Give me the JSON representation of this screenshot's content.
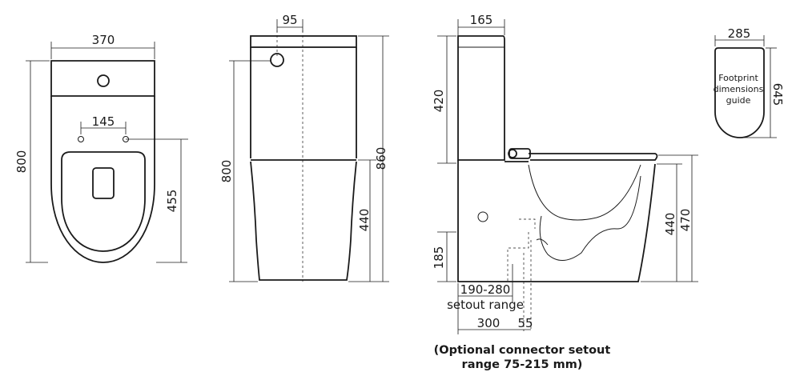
{
  "top_view": {
    "width_label": "370",
    "height_label": "800",
    "bolt_spacing_label": "145",
    "outlet_height_label": "455"
  },
  "front_view": {
    "inlet_offset_label": "95",
    "height_label": "800",
    "total_height_label": "860",
    "seat_height_label": "440"
  },
  "side_view": {
    "cistern_depth_label": "165",
    "cistern_height_label": "420",
    "outlet_height_label": "185",
    "pan_height_label": "440",
    "seat_top_label": "470",
    "setout_label": "190-280",
    "setout_text": "setout range",
    "base_depth_label": "300",
    "outlet_gap_label": "55",
    "connector_note_line1": "(Optional connector setout",
    "connector_note_line2": "range 75-215 mm)"
  },
  "footprint": {
    "width_label": "285",
    "depth_label": "645",
    "guide_line1": "Footprint",
    "guide_line2": "dimensions",
    "guide_line3": "guide"
  }
}
